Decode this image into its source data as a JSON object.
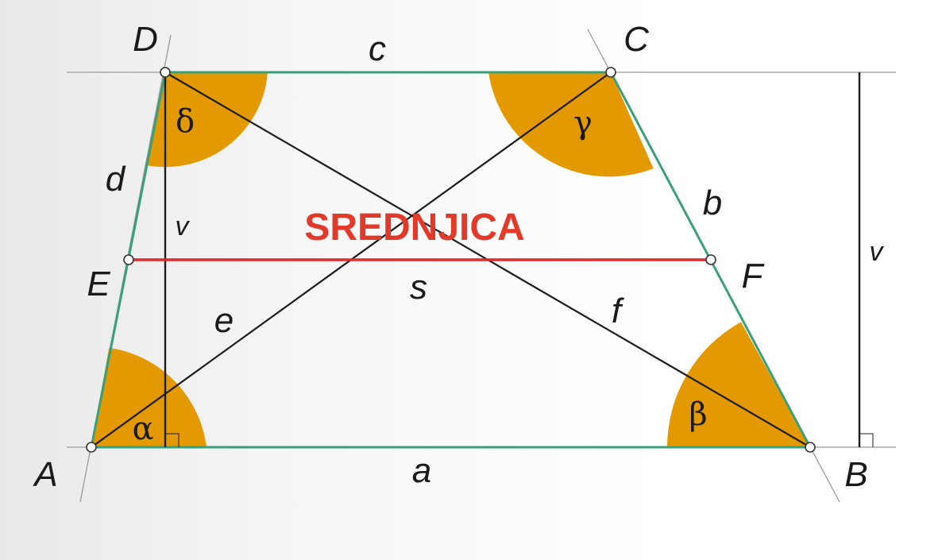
{
  "colors": {
    "trapezoid_edge": "#3aa07a",
    "construction_line": "#9a9a9a",
    "diagonal": "#1c1c1c",
    "midline": "#e02a2a",
    "angle_fill": "#e39a00",
    "title": "#e23a2a"
  },
  "title": "SREDNJICA",
  "vertices": {
    "A": "A",
    "B": "B",
    "C": "C",
    "D": "D",
    "E": "E",
    "F": "F"
  },
  "sides": {
    "a": "a",
    "b": "b",
    "c": "c",
    "d": "d"
  },
  "diagonals": {
    "e": "e",
    "f": "f"
  },
  "midline_label": "s",
  "height_label": "v",
  "angles": {
    "alpha": "α",
    "beta": "β",
    "gamma": "γ",
    "delta": "δ"
  }
}
